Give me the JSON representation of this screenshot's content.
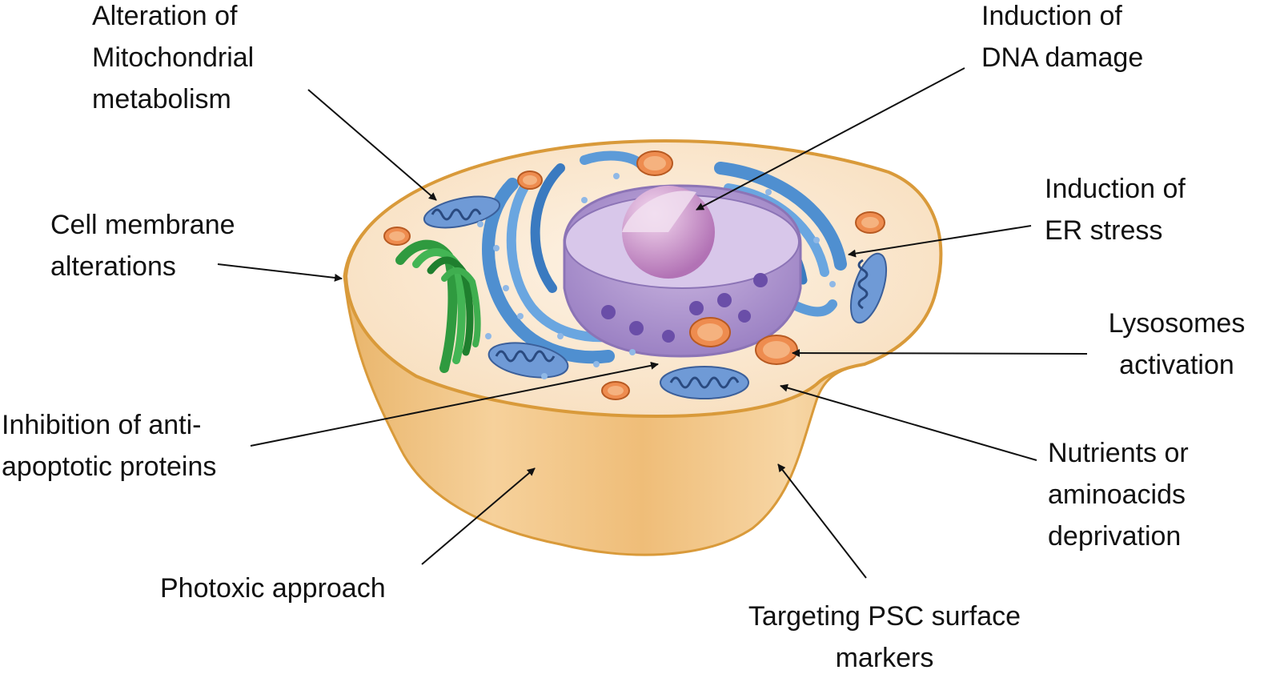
{
  "labels": {
    "mitochondrial": [
      "Alteration of",
      "Mitochondrial",
      "metabolism"
    ],
    "dna": [
      "Induction of",
      "DNA damage"
    ],
    "membrane": [
      "Cell membrane",
      "alterations"
    ],
    "er_stress": [
      "Induction of",
      "ER stress"
    ],
    "lysosomes": [
      "Lysosomes",
      "activation"
    ],
    "anti_apoptotic": [
      "Inhibition of anti-",
      "apoptotic proteins"
    ],
    "nutrients": [
      "Nutrients or",
      "aminoacids",
      "deprivation"
    ],
    "photoxic": [
      "Photoxic approach"
    ],
    "psc_markers": [
      "Targeting PSC surface",
      "markers"
    ]
  },
  "colors": {
    "membrane_outer": "#f0c27a",
    "membrane_edge": "#d99a3a",
    "cytoplasm": "#fbe9d2",
    "er": "#4f8fd0",
    "golgi": "#2f9a3f",
    "nucleus": "#b9a0d0",
    "nucleolus": "#d7a6d3",
    "mitochondria": "#6f9ad6",
    "lysosome": "#ee8c4f",
    "arrow": "#111111"
  }
}
